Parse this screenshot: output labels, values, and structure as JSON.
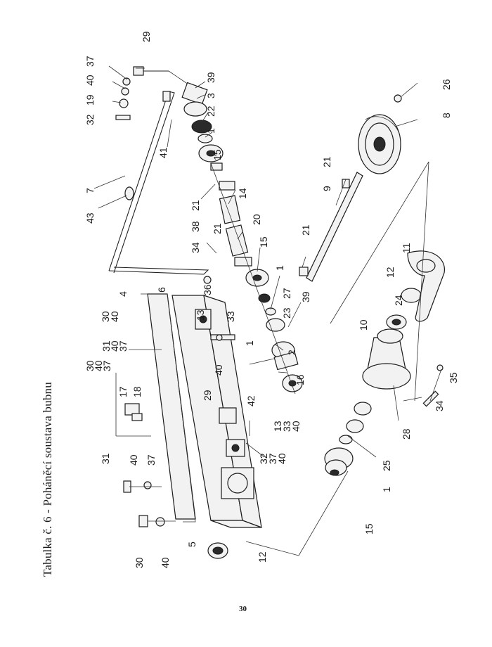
{
  "title": "Tabulka č. 6  -  Poháněcí soustava bubnu",
  "page_number": "30",
  "labels": [
    {
      "id": "29a",
      "text": "29"
    },
    {
      "id": "37a",
      "text": "37"
    },
    {
      "id": "40a",
      "text": "40"
    },
    {
      "id": "19",
      "text": "19"
    },
    {
      "id": "32a",
      "text": "32"
    },
    {
      "id": "39a",
      "text": "39"
    },
    {
      "id": "3",
      "text": "3"
    },
    {
      "id": "22",
      "text": "22"
    },
    {
      "id": "1a",
      "text": "1"
    },
    {
      "id": "15a",
      "text": "15"
    },
    {
      "id": "41",
      "text": "41"
    },
    {
      "id": "7",
      "text": "7"
    },
    {
      "id": "43",
      "text": "43"
    },
    {
      "id": "21a",
      "text": "21"
    },
    {
      "id": "14",
      "text": "14"
    },
    {
      "id": "38",
      "text": "38"
    },
    {
      "id": "34a",
      "text": "34"
    },
    {
      "id": "21b",
      "text": "21"
    },
    {
      "id": "20",
      "text": "20"
    },
    {
      "id": "15b",
      "text": "15"
    },
    {
      "id": "36",
      "text": "36"
    },
    {
      "id": "1b",
      "text": "1"
    },
    {
      "id": "27",
      "text": "27"
    },
    {
      "id": "23",
      "text": "23"
    },
    {
      "id": "39b",
      "text": "39"
    },
    {
      "id": "1c",
      "text": "1"
    },
    {
      "id": "2",
      "text": "2"
    },
    {
      "id": "16",
      "text": "16"
    },
    {
      "id": "42",
      "text": "42"
    },
    {
      "id": "6",
      "text": "6"
    },
    {
      "id": "4",
      "text": "4"
    },
    {
      "id": "30a",
      "text": "30"
    },
    {
      "id": "40b",
      "text": "40"
    },
    {
      "id": "13a",
      "text": "13"
    },
    {
      "id": "33a",
      "text": "33"
    },
    {
      "id": "40c",
      "text": "40"
    },
    {
      "id": "29b",
      "text": "29"
    },
    {
      "id": "31a",
      "text": "31"
    },
    {
      "id": "40d",
      "text": "40"
    },
    {
      "id": "37b",
      "text": "37"
    },
    {
      "id": "30b",
      "text": "30"
    },
    {
      "id": "40e",
      "text": "40"
    },
    {
      "id": "37c",
      "text": "37"
    },
    {
      "id": "17",
      "text": "17"
    },
    {
      "id": "18",
      "text": "18"
    },
    {
      "id": "13b",
      "text": "13"
    },
    {
      "id": "33b",
      "text": "33"
    },
    {
      "id": "40f",
      "text": "40"
    },
    {
      "id": "32b",
      "text": "32"
    },
    {
      "id": "37d",
      "text": "37"
    },
    {
      "id": "40g",
      "text": "40"
    },
    {
      "id": "31b",
      "text": "31"
    },
    {
      "id": "40h",
      "text": "40"
    },
    {
      "id": "37e",
      "text": "37"
    },
    {
      "id": "30c",
      "text": "30"
    },
    {
      "id": "40i",
      "text": "40"
    },
    {
      "id": "5",
      "text": "5"
    },
    {
      "id": "12a",
      "text": "12"
    },
    {
      "id": "15c",
      "text": "15"
    },
    {
      "id": "1d",
      "text": "1"
    },
    {
      "id": "25",
      "text": "25"
    },
    {
      "id": "28",
      "text": "28"
    },
    {
      "id": "10",
      "text": "10"
    },
    {
      "id": "24",
      "text": "24"
    },
    {
      "id": "12b",
      "text": "12"
    },
    {
      "id": "11",
      "text": "11"
    },
    {
      "id": "34b",
      "text": "34"
    },
    {
      "id": "35",
      "text": "35"
    },
    {
      "id": "9",
      "text": "9"
    },
    {
      "id": "21c",
      "text": "21"
    },
    {
      "id": "21d",
      "text": "21"
    },
    {
      "id": "8",
      "text": "8"
    },
    {
      "id": "26",
      "text": "26"
    }
  ]
}
